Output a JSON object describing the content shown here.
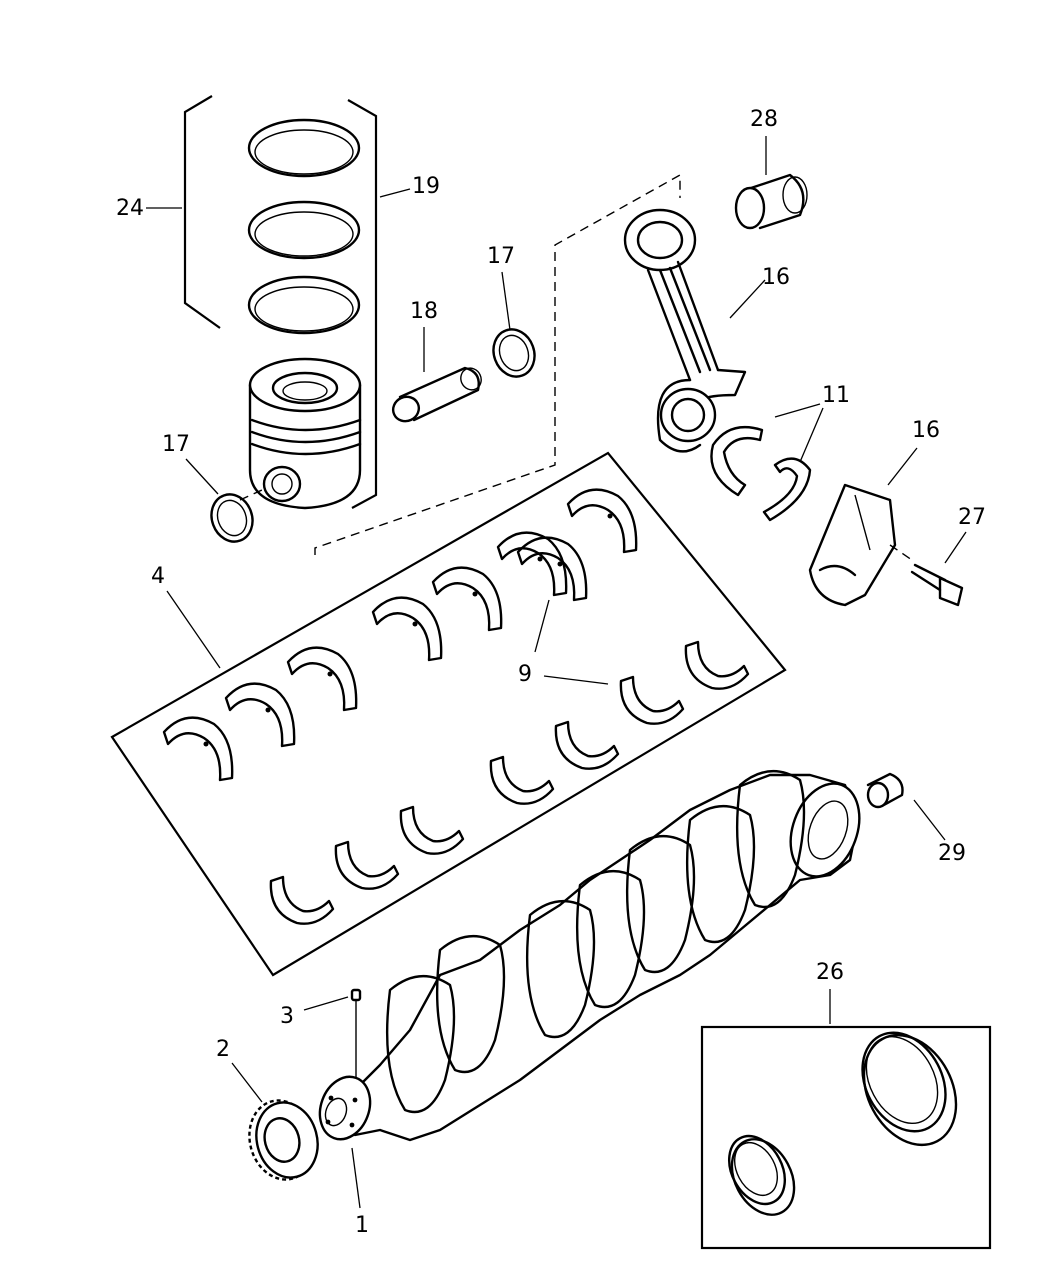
{
  "callouts": [
    {
      "id": "c1",
      "label": "1"
    },
    {
      "id": "c2",
      "label": "2"
    },
    {
      "id": "c3",
      "label": "3"
    },
    {
      "id": "c4",
      "label": "4"
    },
    {
      "id": "c9",
      "label": "9"
    },
    {
      "id": "c11",
      "label": "11"
    },
    {
      "id": "c16a",
      "label": "16"
    },
    {
      "id": "c16b",
      "label": "16"
    },
    {
      "id": "c17a",
      "label": "17"
    },
    {
      "id": "c17b",
      "label": "17"
    },
    {
      "id": "c18",
      "label": "18"
    },
    {
      "id": "c19",
      "label": "19"
    },
    {
      "id": "c24",
      "label": "24"
    },
    {
      "id": "c26",
      "label": "26"
    },
    {
      "id": "c27",
      "label": "27"
    },
    {
      "id": "c28",
      "label": "28"
    },
    {
      "id": "c29",
      "label": "29"
    }
  ]
}
